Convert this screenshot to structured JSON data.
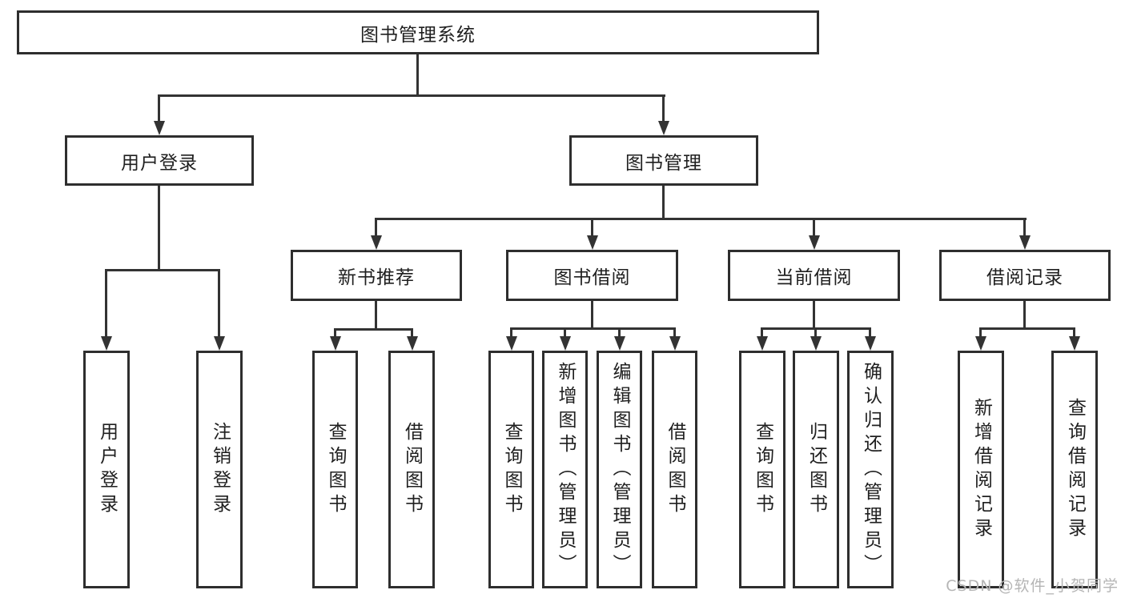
{
  "root": {
    "label": "图书管理系统"
  },
  "level2": [
    {
      "label": "用户登录"
    },
    {
      "label": "图书管理"
    }
  ],
  "level3": [
    {
      "label": "新书推荐"
    },
    {
      "label": "图书借阅"
    },
    {
      "label": "当前借阅"
    },
    {
      "label": "借阅记录"
    }
  ],
  "leaves": [
    {
      "group": "用户登录",
      "label": "用户登录"
    },
    {
      "group": "用户登录",
      "label": "注销登录"
    },
    {
      "group": "新书推荐",
      "label": "查询图书"
    },
    {
      "group": "新书推荐",
      "label": "借阅图书"
    },
    {
      "group": "图书借阅",
      "label": "查询图书"
    },
    {
      "group": "图书借阅",
      "label": "新增图书（管理员）"
    },
    {
      "group": "图书借阅",
      "label": "编辑图书（管理员）"
    },
    {
      "group": "图书借阅",
      "label": "借阅图书"
    },
    {
      "group": "当前借阅",
      "label": "查询图书"
    },
    {
      "group": "当前借阅",
      "label": "归还图书"
    },
    {
      "group": "当前借阅",
      "label": "确认归还（管理员）"
    },
    {
      "group": "借阅记录",
      "label": "新增借阅记录"
    },
    {
      "group": "借阅记录",
      "label": "查询借阅记录"
    }
  ],
  "watermark": {
    "text": "CSDN @软件_小贺同学"
  },
  "colors": {
    "line": "#333333",
    "border": "#2e2e2e",
    "fill": "#ffffff",
    "text": "#1f1f1f",
    "watermark": "#b5b5b5"
  }
}
